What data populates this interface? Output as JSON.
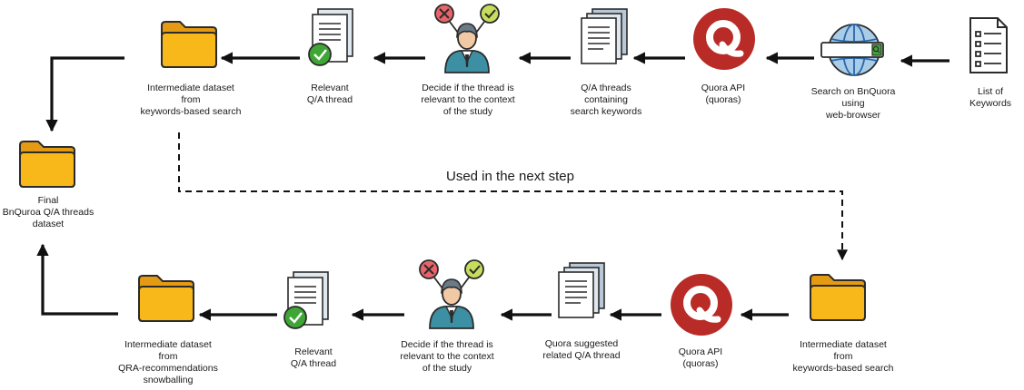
{
  "colors": {
    "arrow": "#111111",
    "folder": "#f9b81a",
    "folder_dark": "#e49a12",
    "quora_red": "#b92b27",
    "check_green": "#3fa535",
    "reject_red": "#e8646a",
    "accept_lime": "#c7dd5d",
    "suit_teal": "#3d8fa3",
    "globe_blue": "#2a66a8"
  },
  "icons": {
    "list": "checklist-icon",
    "browser": "web-browser-search-icon",
    "quora": "quora-logo-icon",
    "threads": "documents-icon",
    "decide": "person-decision-icon",
    "relevant": "document-check-icon",
    "folder": "folder-icon"
  },
  "top_row": {
    "list_of_keywords": "List of\nKeywords",
    "search_bnquora": "Search on BnQuora\nusing\nweb-browser",
    "quora_api": "Quora API\n(quoras)",
    "qa_threads": "Q/A threads\ncontaining\nsearch keywords",
    "decide": "Decide if the thread is\nrelevant to the context\nof the study",
    "relevant": "Relevant\nQ/A thread",
    "intermediate": "Intermediate dataset\nfrom\nkeywords-based search"
  },
  "final": {
    "label": "Final\nBnQuroa Q/A threads\ndataset"
  },
  "connector_note": "Used in the next step",
  "bottom_row": {
    "intermediate_input": "Intermediate dataset\nfrom\nkeywords-based search",
    "quora_api": "Quora API\n(quoras)",
    "suggested": "Quora suggested\nrelated Q/A thread",
    "decide": "Decide if the thread is\nrelevant to the context\nof the study",
    "relevant": "Relevant\nQ/A thread",
    "intermediate_output": "Intermediate dataset\nfrom\nQRA-recommendations\nsnowballing"
  }
}
